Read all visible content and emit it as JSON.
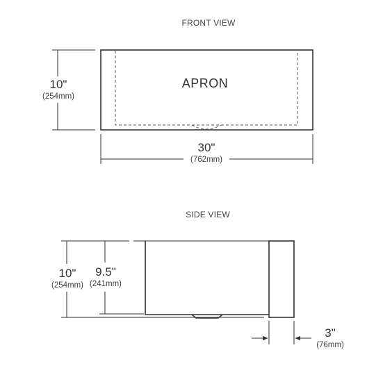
{
  "front_view": {
    "title": "FRONT VIEW",
    "panel_label": "APRON",
    "height_in": "10\"",
    "height_mm": "(254mm)",
    "width_in": "30\"",
    "width_mm": "(762mm)"
  },
  "side_view": {
    "title": "SIDE VIEW",
    "outer_height_in": "10\"",
    "outer_height_mm": "(254mm)",
    "inner_height_in": "9.5\"",
    "inner_height_mm": "(241mm)",
    "apron_depth_in": "3\"",
    "apron_depth_mm": "(76mm)"
  }
}
